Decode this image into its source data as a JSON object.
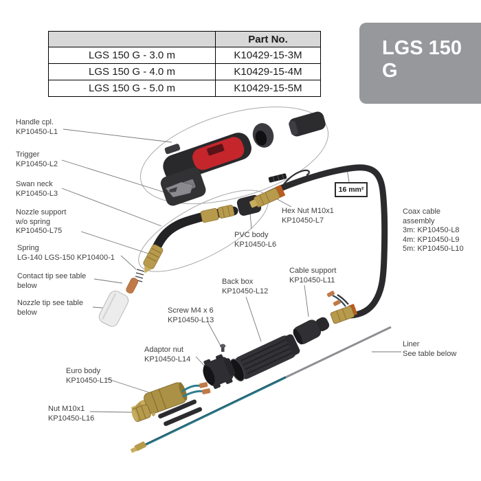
{
  "title_box": {
    "label": "LGS 150 G"
  },
  "table": {
    "header": [
      "",
      "Part No."
    ],
    "rows": [
      [
        "LGS 150 G - 3.0 m",
        "K10429-15-3M"
      ],
      [
        "LGS 150 G - 4.0 m",
        "K10429-15-4M"
      ],
      [
        "LGS 150 G - 5.0 m",
        "K10429-15-5M"
      ]
    ]
  },
  "badge": {
    "label": "16 mm²"
  },
  "labels": {
    "handle": {
      "lines": [
        "Handle cpl.",
        "KP10450-L1"
      ]
    },
    "trigger": {
      "lines": [
        "Trigger",
        "KP10450-L2"
      ]
    },
    "swan_neck": {
      "lines": [
        "Swan neck",
        "KP10450-L3"
      ]
    },
    "nozzle_support": {
      "lines": [
        "Nozzle support",
        "w/o spring",
        "KP10450-L75"
      ]
    },
    "spring": {
      "lines": [
        "Spring",
        "LG-140 LGS-150 KP10400-1"
      ]
    },
    "contact_tip": {
      "lines": [
        "Contact tip see table",
        "below"
      ]
    },
    "nozzle_tip": {
      "lines": [
        "Nozzle tip see table",
        "below"
      ]
    },
    "hex_nut": {
      "lines": [
        "Hex Nut M10x1",
        "KP10450-L7"
      ]
    },
    "pvc_body": {
      "lines": [
        "PVC body",
        "KP10450-L6"
      ]
    },
    "coax_cable": {
      "lines": [
        "Coax cable",
        "assembly",
        "3m: KP10450-L8",
        "4m: KP10450-L9",
        "5m: KP10450-L10"
      ]
    },
    "cable_support": {
      "lines": [
        "Cable support",
        "KP10450-L11"
      ]
    },
    "back_box": {
      "lines": [
        "Back box",
        "KP10450-L12"
      ]
    },
    "screw": {
      "lines": [
        "Screw M4 x 6",
        "KP10450-L13"
      ]
    },
    "adaptor_nut": {
      "lines": [
        "Adaptor nut",
        "KP10450-L14"
      ]
    },
    "euro_body": {
      "lines": [
        "Euro body",
        "KP10450-L15"
      ]
    },
    "nut": {
      "lines": [
        "Nut M10x1",
        "KP10450-L16"
      ]
    },
    "liner": {
      "lines": [
        "Liner",
        "See table below"
      ]
    }
  },
  "colors": {
    "title_box_bg": "#97989c",
    "table_header_bg": "#d8d8d8",
    "handle_red": "#c4262b",
    "brass": "#b79a4c",
    "brass_light": "#c9ad5e",
    "copper": "#c07a48",
    "cable_black": "#2b2b2e",
    "liner_blue": "#2d7d8e",
    "liner_gray": "#8e8e93"
  }
}
